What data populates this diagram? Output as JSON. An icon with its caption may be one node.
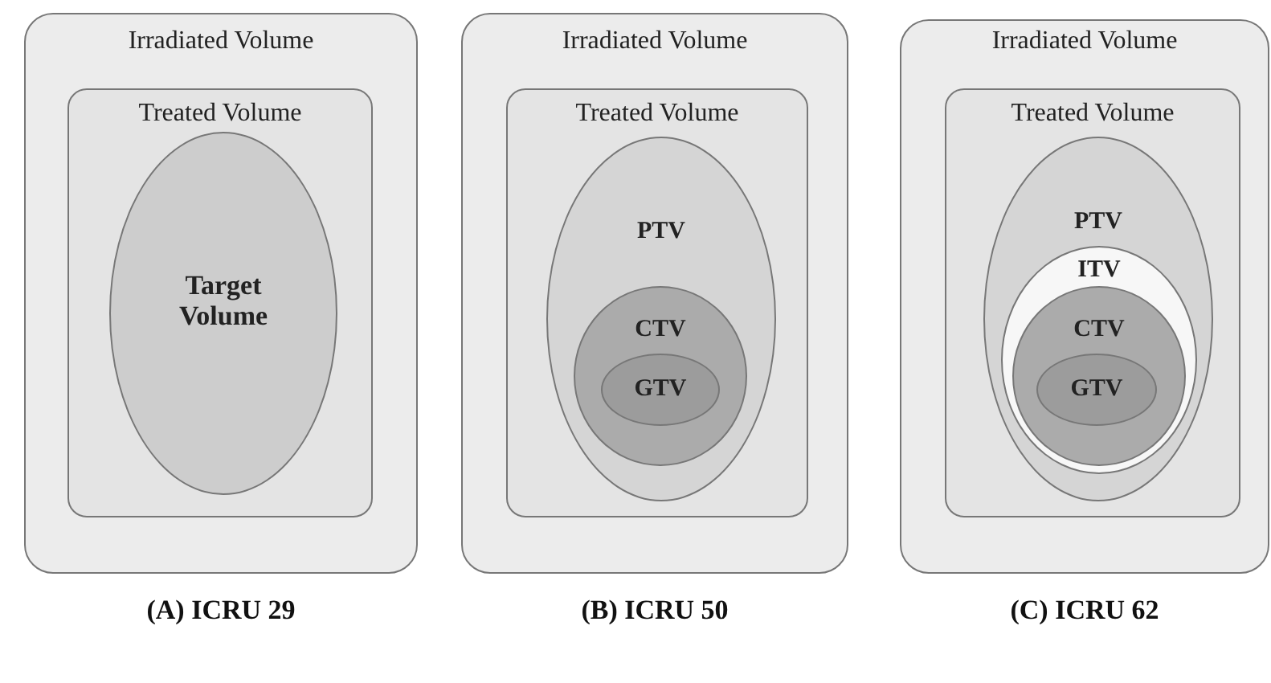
{
  "diagram": {
    "nodes": [
      {
        "text": [
          "Irradiated Volume"
        ],
        "beside": [
          "(A) ICRU 29"
        ]
      },
      {
        "text": [
          "Treated Volume"
        ],
        "in": 0
      },
      {
        "text": [
          "Target Volume"
        ],
        "in": 1
      },
      {
        "text": [
          "Irradiated Volume"
        ],
        "beside": [
          "(B) ICRU 50"
        ]
      },
      {
        "text": [
          "Treated Volume"
        ],
        "in": 3
      },
      {
        "text": [
          "PTV"
        ],
        "in": 4
      },
      {
        "text": [
          "CTV"
        ],
        "in": 5
      },
      {
        "text": [
          "GTV"
        ],
        "in": 6
      },
      {
        "text": [
          "Irradiated Volume"
        ],
        "beside": [
          "(C) ICRU 62"
        ]
      },
      {
        "text": [
          "Treated Volume"
        ],
        "in": 8
      },
      {
        "text": [
          "PTV"
        ],
        "in": 9
      },
      {
        "text": [
          "ITV"
        ],
        "in": 10
      },
      {
        "text": [
          "CTV"
        ],
        "in": 11
      },
      {
        "text": [
          "GTV"
        ],
        "in": 12
      }
    ]
  }
}
